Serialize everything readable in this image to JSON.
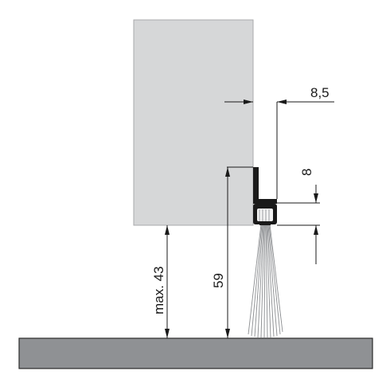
{
  "dimensions": {
    "profile_width": "8,5",
    "profile_height": "8",
    "brush_length": "59",
    "max_gap": "max. 43"
  },
  "colors": {
    "door": "#d6d7d8",
    "door_edge": "#a8a9ab",
    "floor": "#8f9194",
    "floor_edge": "#2a2a2a",
    "profile": "#1a1a1a",
    "dim_line": "#1a1a1a"
  }
}
